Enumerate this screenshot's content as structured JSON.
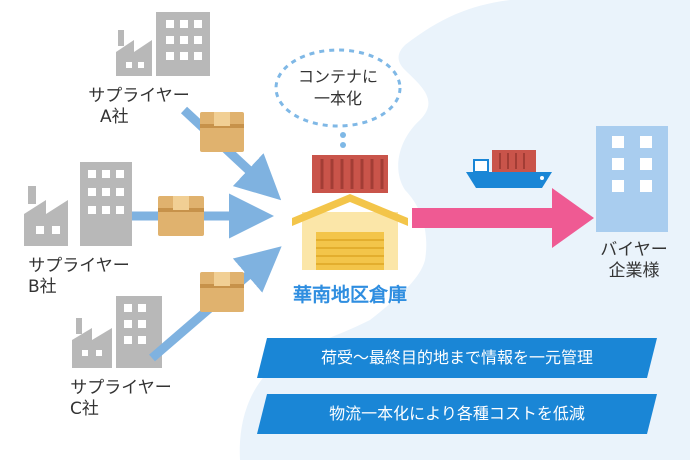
{
  "suppliers": [
    {
      "line1": "サプライヤー",
      "line2": "A社"
    },
    {
      "line1": "サプライヤー",
      "line2": "B社"
    },
    {
      "line1": "サプライヤー",
      "line2": "C社"
    }
  ],
  "bubble": {
    "line1": "コンテナに",
    "line2": "一本化"
  },
  "warehouse": {
    "name": "華南地区倉庫"
  },
  "buyer": {
    "line1": "バイヤー",
    "line2": "企業様"
  },
  "benefits": [
    "荷受～最終目的地まで情報を一元管理",
    "物流一本化により各種コストを低減"
  ],
  "colors": {
    "map": "#eaf3fb",
    "factory": "#b8b8b8",
    "box": "#e0b26e",
    "flow_arrow": "#7fb2e0",
    "container": "#c9544a",
    "ship_hull": "#1a86d6",
    "main_arrow": "#ef5a93",
    "building": "#a9cdef",
    "warehouse_roof": "#f3c54a",
    "banner": "#1a86d6",
    "warehouse_label": "#2f8ee0"
  }
}
